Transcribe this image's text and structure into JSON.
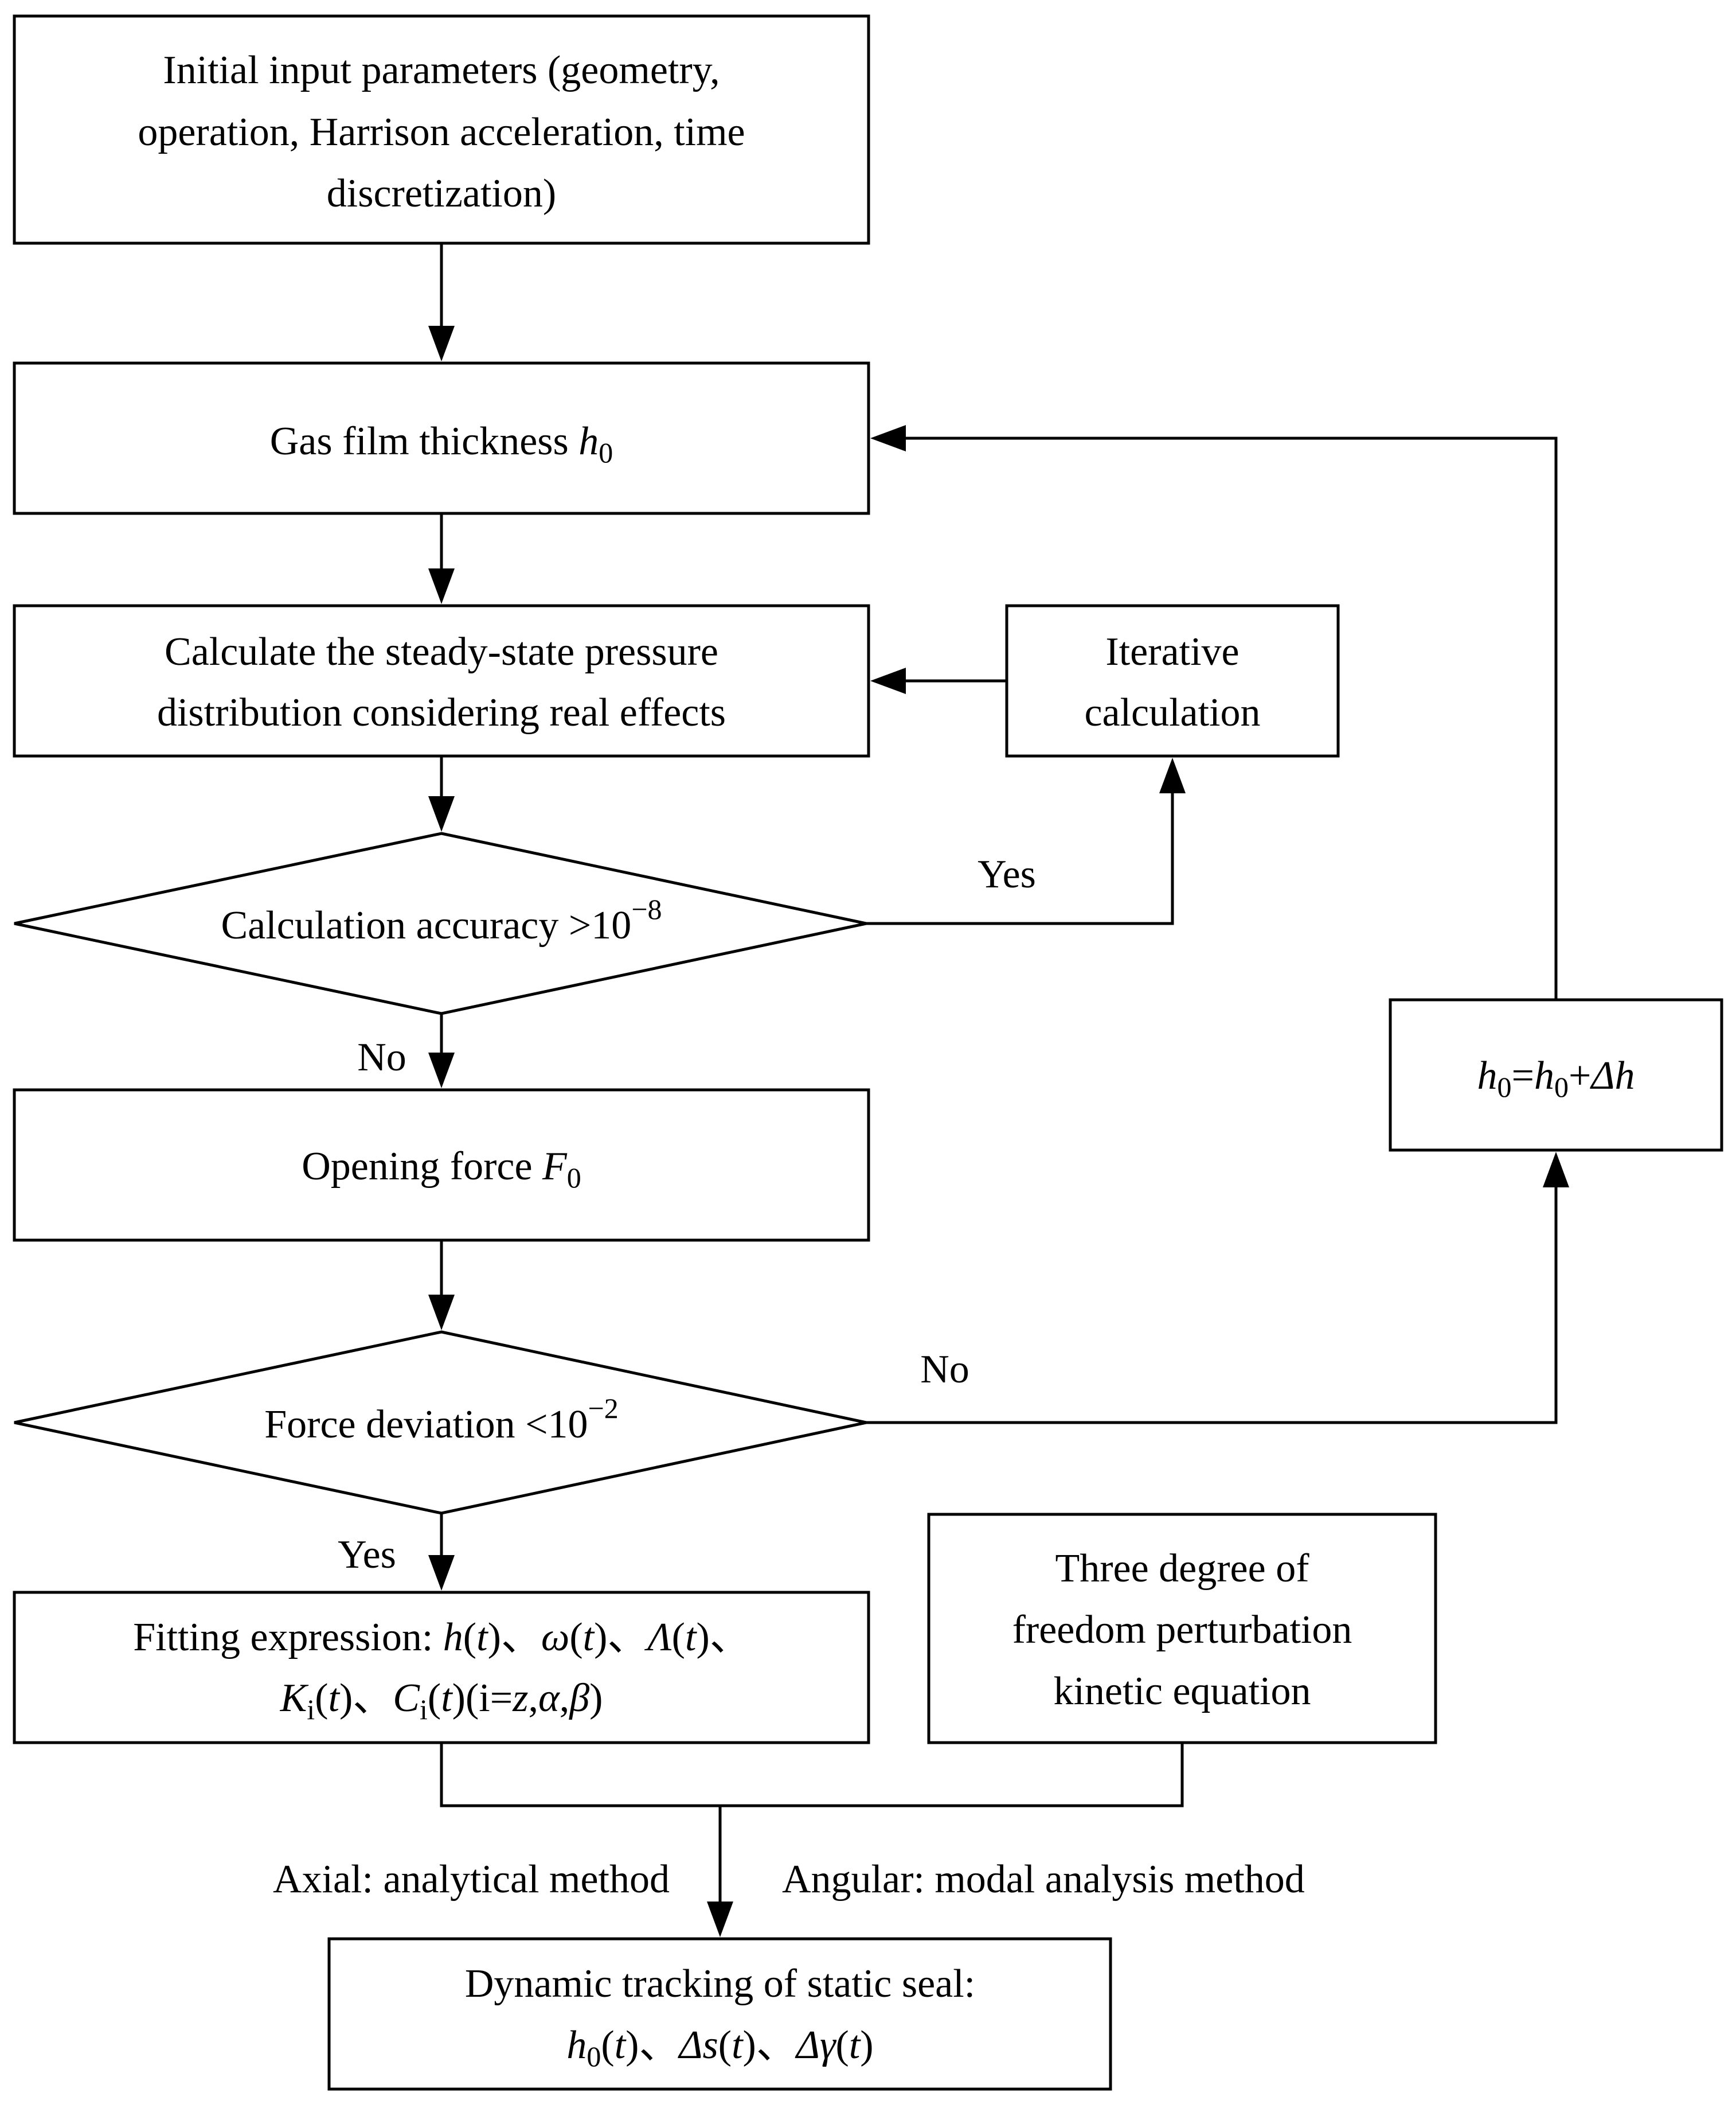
{
  "nodes": {
    "inputs": {
      "lines": [
        "Initial input parameters (geometry,",
        "operation, Harrison acceleration, time",
        "discretization)"
      ]
    },
    "film": {
      "label": "Gas film thickness ",
      "var": "h",
      "sub": "0"
    },
    "pressure": {
      "lines": [
        "Calculate the steady-state pressure",
        "distribution considering real effects"
      ]
    },
    "iterative": {
      "lines": [
        "Iterative",
        "calculation"
      ]
    },
    "accuracy": {
      "label": "Calculation accuracy >10",
      "sup": "−8"
    },
    "opening": {
      "label": "Opening force ",
      "var": "F",
      "sub": "0"
    },
    "deviation": {
      "label": "Force deviation <10",
      "sup": "−2"
    },
    "update": {
      "v1": "h",
      "s1": "0",
      "eq": "=",
      "v2": "h",
      "s2": "0",
      "plus": "+",
      "delta": "Δh"
    },
    "fitting": {
      "prefix": "Fitting expression: ",
      "h": "h",
      "omega": "ω",
      "lambda": "Λ",
      "t": "t",
      "sep": "、",
      "K": "K",
      "C": "C",
      "i": "i",
      "iset": "(i=",
      "z": "z",
      "alpha": "α",
      "beta": "β",
      "comma": ","
    },
    "kinetic": {
      "lines": [
        "Three degree of",
        "freedom perturbation",
        "kinetic equation"
      ]
    },
    "tracking": {
      "line1": "Dynamic tracking of static seal:",
      "h": "h",
      "sub": "0",
      "ds": "Δs",
      "dg": "Δγ",
      "t": "t",
      "sep": "、"
    }
  },
  "edge_labels": {
    "accuracy_yes": "Yes",
    "accuracy_no": "No",
    "deviation_no": "No",
    "deviation_yes": "Yes",
    "axial": "Axial: analytical method",
    "angular": "Angular: modal analysis method"
  }
}
